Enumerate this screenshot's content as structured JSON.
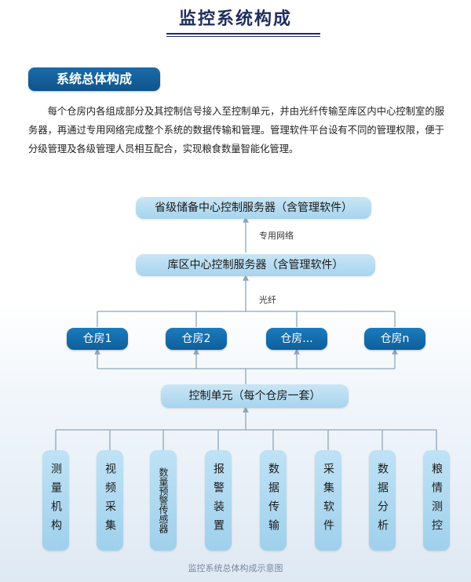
{
  "title": "监控系统构成",
  "section": {
    "label": "系统总体构成"
  },
  "intro": "每个仓房内各组成部分及其控制信号接入至控制单元，并由光纤传输至库区内中心控制室的服务器，再通过专用网络完成整个系统的数据传输和管理。管理软件平台设有不同的管理权限，便于分级管理及各级管理人员相互配合，实现粮食数量智能化管理。",
  "diagram": {
    "provincial_server": "省级储备中心控制服务器（含管理软件）",
    "edge_network": "专用网络",
    "depot_server": "库区中心控制服务器（含管理软件）",
    "edge_fiber": "光纤",
    "warehouses": [
      "仓房1",
      "仓房2",
      "仓房...",
      "仓房n"
    ],
    "control_unit": "控制单元（每个仓房一套）",
    "components": [
      "测量机构",
      "视频采集",
      "数量预警传感器",
      "报警装置",
      "数据传输",
      "采集软件",
      "数据分析",
      "粮情测控"
    ]
  },
  "caption": "监控系统总体构成示意图",
  "colors": {
    "title": "#1f2d5c",
    "badge": "#10548c",
    "light_box": "#b3dbf1",
    "dark_box": "#136aa8",
    "connector": "#8fa6ba"
  }
}
